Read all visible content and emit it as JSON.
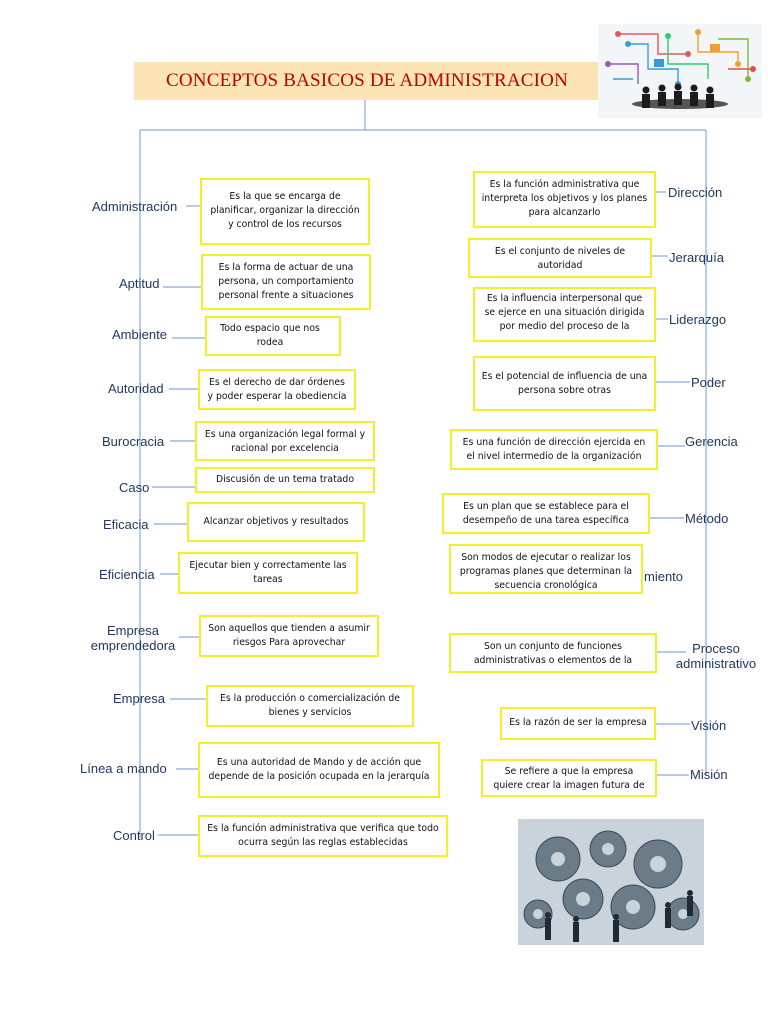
{
  "title": "CONCEPTOS BASICOS DE ADMINISTRACION",
  "colors": {
    "title_bg": "#fce4b4",
    "title_text": "#c00000",
    "box_border": "#f5ee2a",
    "connector": "#8eaadb",
    "term_text": "#1f3864"
  },
  "left": [
    {
      "term": "Administración",
      "definition": "Es la que se encarga de planificar, organizar la dirección y control de los recursos"
    },
    {
      "term": "Aptitud",
      "definition": "Es la forma de actuar de una persona, un comportamiento personal frente a situaciones"
    },
    {
      "term": "Ambiente",
      "definition": "Todo espacio que nos rodea"
    },
    {
      "term": "Autoridad",
      "definition": "Es el derecho de dar órdenes y poder esperar la obediencia"
    },
    {
      "term": "Burocracia",
      "definition": "Es una organización legal formal y racional por excelencia"
    },
    {
      "term": "Caso",
      "definition": "Discusión de un tema tratado"
    },
    {
      "term": "Eficacia",
      "definition": "Alcanzar objetivos y resultados"
    },
    {
      "term": "Eficiencia",
      "definition": "Ejecutar bien y correctamente las tareas"
    },
    {
      "term": "Empresa emprendedora",
      "definition": "Son aquellos que tienden a asumir riesgos Para aprovechar"
    },
    {
      "term": "Empresa",
      "definition": "Es la producción o comercialización de bienes y servicios"
    },
    {
      "term": "Línea a mando",
      "definition": "Es una autoridad de Mando y de acción que depende de la posición ocupada en la jerarquía"
    },
    {
      "term": "Control",
      "definition": "Es la función administrativa que verifica que todo ocurra según las reglas establecidas"
    }
  ],
  "right": [
    {
      "term": "Dirección",
      "definition": "Es la función administrativa que interpreta los objetivos y los planes para alcanzarlo"
    },
    {
      "term": "Jerarquía",
      "definition": "Es el conjunto de niveles de autoridad"
    },
    {
      "term": "Liderazgo",
      "definition": "Es la influencia interpersonal que se ejerce en una situación dirigida por medio del proceso de la"
    },
    {
      "term": "Poder",
      "definition": "Es el potencial de influencia de una persona sobre otras"
    },
    {
      "term": "Gerencia",
      "definition": "Es una función de dirección ejercida en el nivel intermedio de la organización"
    },
    {
      "term": "Método",
      "definition": "Es un plan que se establece para el desempeño de una tarea específica"
    },
    {
      "term": "miento",
      "definition": "Son modos de ejecutar o realizar los programas planes que determinan la secuencia cronológica"
    },
    {
      "term": "Proceso administrativo",
      "definition": "Son un conjunto de funciones administrativas o elementos de la"
    },
    {
      "term": "Visión",
      "definition": "Es la razón de ser la empresa"
    },
    {
      "term": "Misión",
      "definition": "Se refiere a que la empresa quiere crear la imagen futura de"
    }
  ]
}
